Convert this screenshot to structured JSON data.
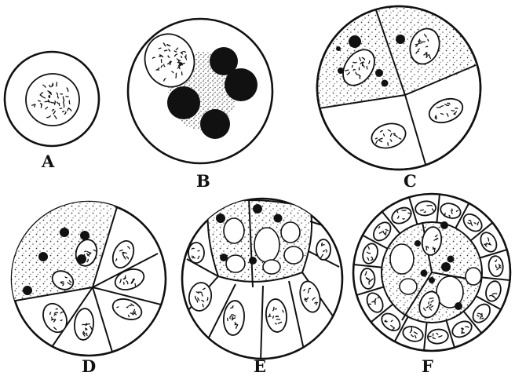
{
  "figure": {
    "panels": [
      {
        "id": "A",
        "label": "A"
      },
      {
        "id": "B",
        "label": "B"
      },
      {
        "id": "C",
        "label": "C"
      },
      {
        "id": "D",
        "label": "D"
      },
      {
        "id": "E",
        "label": "E"
      },
      {
        "id": "F",
        "label": "F"
      }
    ]
  },
  "colors": {
    "ink": "#111111",
    "paper": "#ffffff"
  }
}
